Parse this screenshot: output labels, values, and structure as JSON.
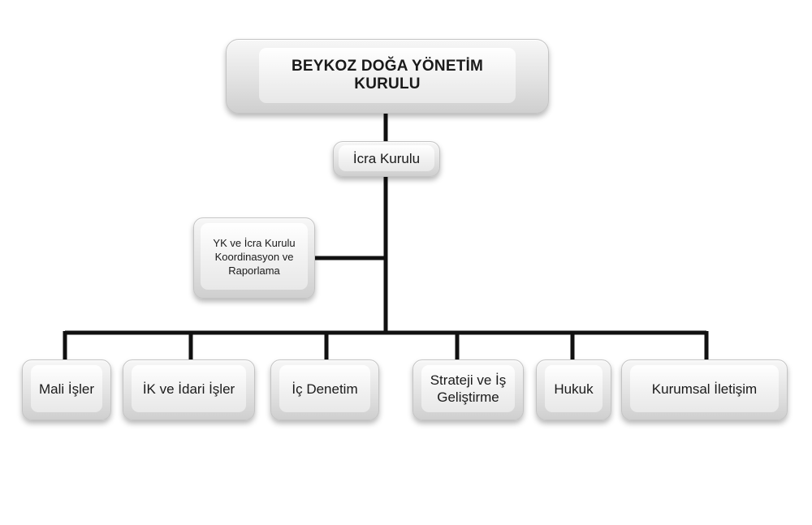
{
  "org_chart": {
    "root": {
      "label": "BEYKOZ DOĞA YÖNETİM KURULU"
    },
    "executive": {
      "label": "İcra Kurulu"
    },
    "side_unit": {
      "lines": [
        "YK ve İcra Kurulu",
        "Koordinasyon ve",
        "Raporlama"
      ]
    },
    "departments": [
      {
        "label": "Mali İşler"
      },
      {
        "label": "İK ve İdari İşler"
      },
      {
        "label": "İç Denetim"
      },
      {
        "lines": [
          "Strateji ve İş",
          "Geliştirme"
        ]
      },
      {
        "label": "Hukuk"
      },
      {
        "label": "Kurumsal İletişim"
      }
    ]
  },
  "colors": {
    "connector": "#111111",
    "key_face": "#f3f3f3",
    "text": "#1a1a1a"
  }
}
